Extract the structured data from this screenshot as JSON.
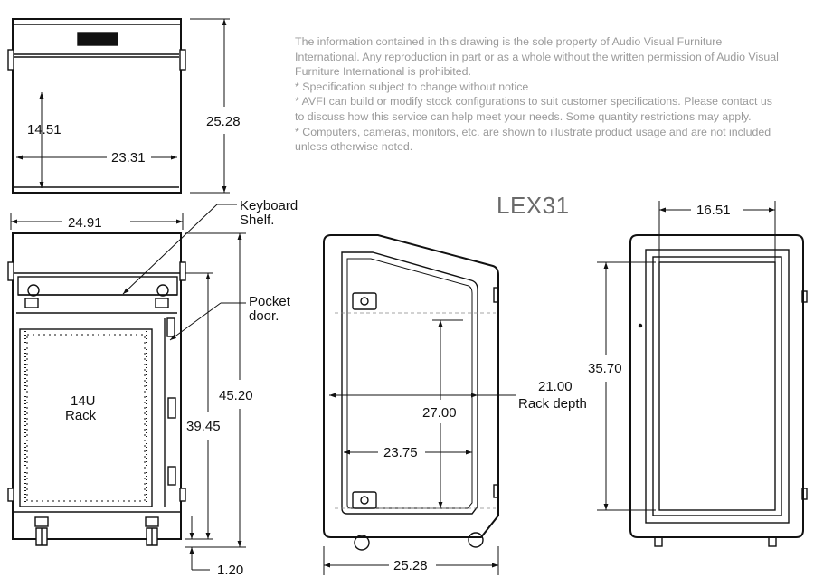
{
  "title": "LEX31",
  "notes": [
    "The information contained in this drawing is the sole property of Audio Visual Furniture International. Any reproduction in part or as a whole without the written permission of Audio Visual Furniture International is prohibited.",
    "* Specification subject to change without notice",
    "* AVFI can build or modify stock configurations to suit customer specifications. Please contact us to discuss how this service can help meet your needs. Some quantity restrictions may apply.",
    "* Computers, cameras, monitors, etc. are shown to illustrate product usage and are not included unless otherwise noted."
  ],
  "dimensions": {
    "top_depth": "14.51",
    "top_width_inner": "23.31",
    "top_height": "25.28",
    "front_width": "24.91",
    "front_height": "45.20",
    "front_inner_height": "39.45",
    "caster_height": "1.20",
    "side_rack_depth": "21.00",
    "side_height_inner": "27.00",
    "side_inner_width": "23.75",
    "side_width": "25.28",
    "back_width": "16.51",
    "back_height": "35.70"
  },
  "labels": {
    "keyboard_shelf_line1": "Keyboard",
    "keyboard_shelf_line2": "Shelf.",
    "pocket_door_line1": "Pocket",
    "pocket_door_line2": "door.",
    "rack_line1": "14U",
    "rack_line2": "Rack",
    "rack_depth": "Rack depth"
  }
}
